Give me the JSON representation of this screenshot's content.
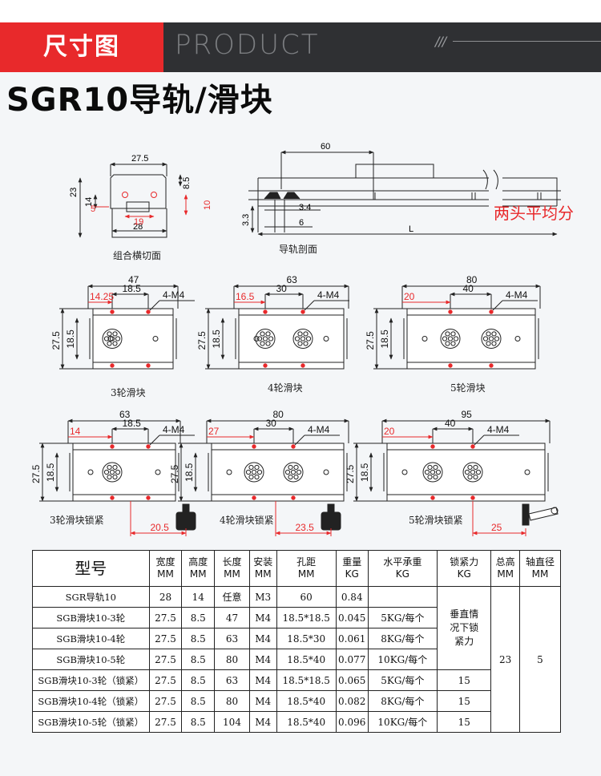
{
  "header": {
    "badge": "尺寸图",
    "product": "PRODUCT",
    "slashes": "///"
  },
  "title": "SGR10导轨/滑块",
  "captions": {
    "cross": "组合横切面",
    "rail": "导轨剖面",
    "b3": "3轮滑块",
    "b4": "4轮滑块",
    "b5": "5轮滑块",
    "l3": "3轮滑块锁紧",
    "l4": "4轮滑块锁紧",
    "l5": "5轮滑块锁紧"
  },
  "rail_note": "两头平均分",
  "dims": {
    "cross": {
      "w_top": "27.5",
      "w_bot": "28",
      "h": "23",
      "h2": "14",
      "h_block": "8.5",
      "hole": "19",
      "d5": "5",
      "d10": "10"
    },
    "rail": {
      "len60": "60",
      "d34": "3.4",
      "d6": "6",
      "d33": "3.3",
      "L": "L"
    },
    "b3": {
      "w": "47",
      "pitch": "18.5",
      "edge": "14.25",
      "thread": "4-M4",
      "h": "27.5",
      "h2": "18.5"
    },
    "b4": {
      "w": "63",
      "pitch": "30",
      "edge": "16.5",
      "thread": "4-M4",
      "h": "27.5",
      "h2": "18.5"
    },
    "b5": {
      "w": "80",
      "pitch": "40",
      "edge": "20",
      "thread": "4-M4",
      "h": "27.5",
      "h2": "18.5"
    },
    "l3": {
      "w": "63",
      "pitch": "18.5",
      "edge": "14",
      "thread": "4-M4",
      "h": "27.5",
      "h2": "18.5",
      "knob": "20.5"
    },
    "l4": {
      "w": "80",
      "pitch": "30",
      "edge": "27",
      "thread": "4-M4",
      "h": "27.5",
      "h2": "18.5",
      "knob": "23.5"
    },
    "l5": {
      "w": "95",
      "pitch": "40",
      "edge": "20",
      "thread": "4-M4",
      "h": "27.5",
      "h2": "18.5",
      "knob": "25"
    }
  },
  "table": {
    "headers": {
      "model": "型号",
      "width": [
        "宽度",
        "MM"
      ],
      "height": [
        "高度",
        "MM"
      ],
      "length": [
        "长度",
        "MM"
      ],
      "mount": [
        "安装",
        "MM"
      ],
      "pitch": [
        "孔距",
        "MM"
      ],
      "weight": [
        "重量",
        "KG"
      ],
      "load": [
        "水平承重",
        "KG"
      ],
      "lock": [
        "锁紧力",
        "KG"
      ],
      "total": [
        "总高",
        "MM"
      ],
      "shaft": [
        "轴直径",
        "MM"
      ]
    },
    "rows": [
      {
        "model": "SGR导轨10",
        "width": "28",
        "height": "14",
        "length": "任意",
        "mount": "M3",
        "pitch": "60",
        "weight": "0.84",
        "load": ""
      },
      {
        "model": "SGB滑块10-3轮",
        "width": "27.5",
        "height": "8.5",
        "length": "47",
        "mount": "M4",
        "pitch": "18.5*18.5",
        "weight": "0.045",
        "load": "5KG/每个"
      },
      {
        "model": "SGB滑块10-4轮",
        "width": "27.5",
        "height": "8.5",
        "length": "63",
        "mount": "M4",
        "pitch": "18.5*30",
        "weight": "0.061",
        "load": "8KG/每个"
      },
      {
        "model": "SGB滑块10-5轮",
        "width": "27.5",
        "height": "8.5",
        "length": "80",
        "mount": "M4",
        "pitch": "18.5*40",
        "weight": "0.077",
        "load": "10KG/每个"
      },
      {
        "model": "SGB滑块10-3轮（锁紧）",
        "width": "27.5",
        "height": "8.5",
        "length": "63",
        "mount": "M4",
        "pitch": "18.5*18.5",
        "weight": "0.065",
        "load": "5KG/每个",
        "lock": "15"
      },
      {
        "model": "SGB滑块10-4轮（锁紧）",
        "width": "27.5",
        "height": "8.5",
        "length": "80",
        "mount": "M4",
        "pitch": "18.5*40",
        "weight": "0.082",
        "load": "8KG/每个",
        "lock": "15"
      },
      {
        "model": "SGB滑块10-5轮（锁紧）",
        "width": "27.5",
        "height": "8.5",
        "length": "104",
        "mount": "M4",
        "pitch": "18.5*40",
        "weight": "0.096",
        "load": "10KG/每个",
        "lock": "15"
      }
    ],
    "lock_note": [
      "垂直情",
      "况下锁",
      "紧力"
    ],
    "total_height": "23",
    "shaft_diameter": "5"
  },
  "colors": {
    "accent": "#e8292b",
    "header_bg": "#2f3033",
    "dim_red": "#e8292b"
  }
}
